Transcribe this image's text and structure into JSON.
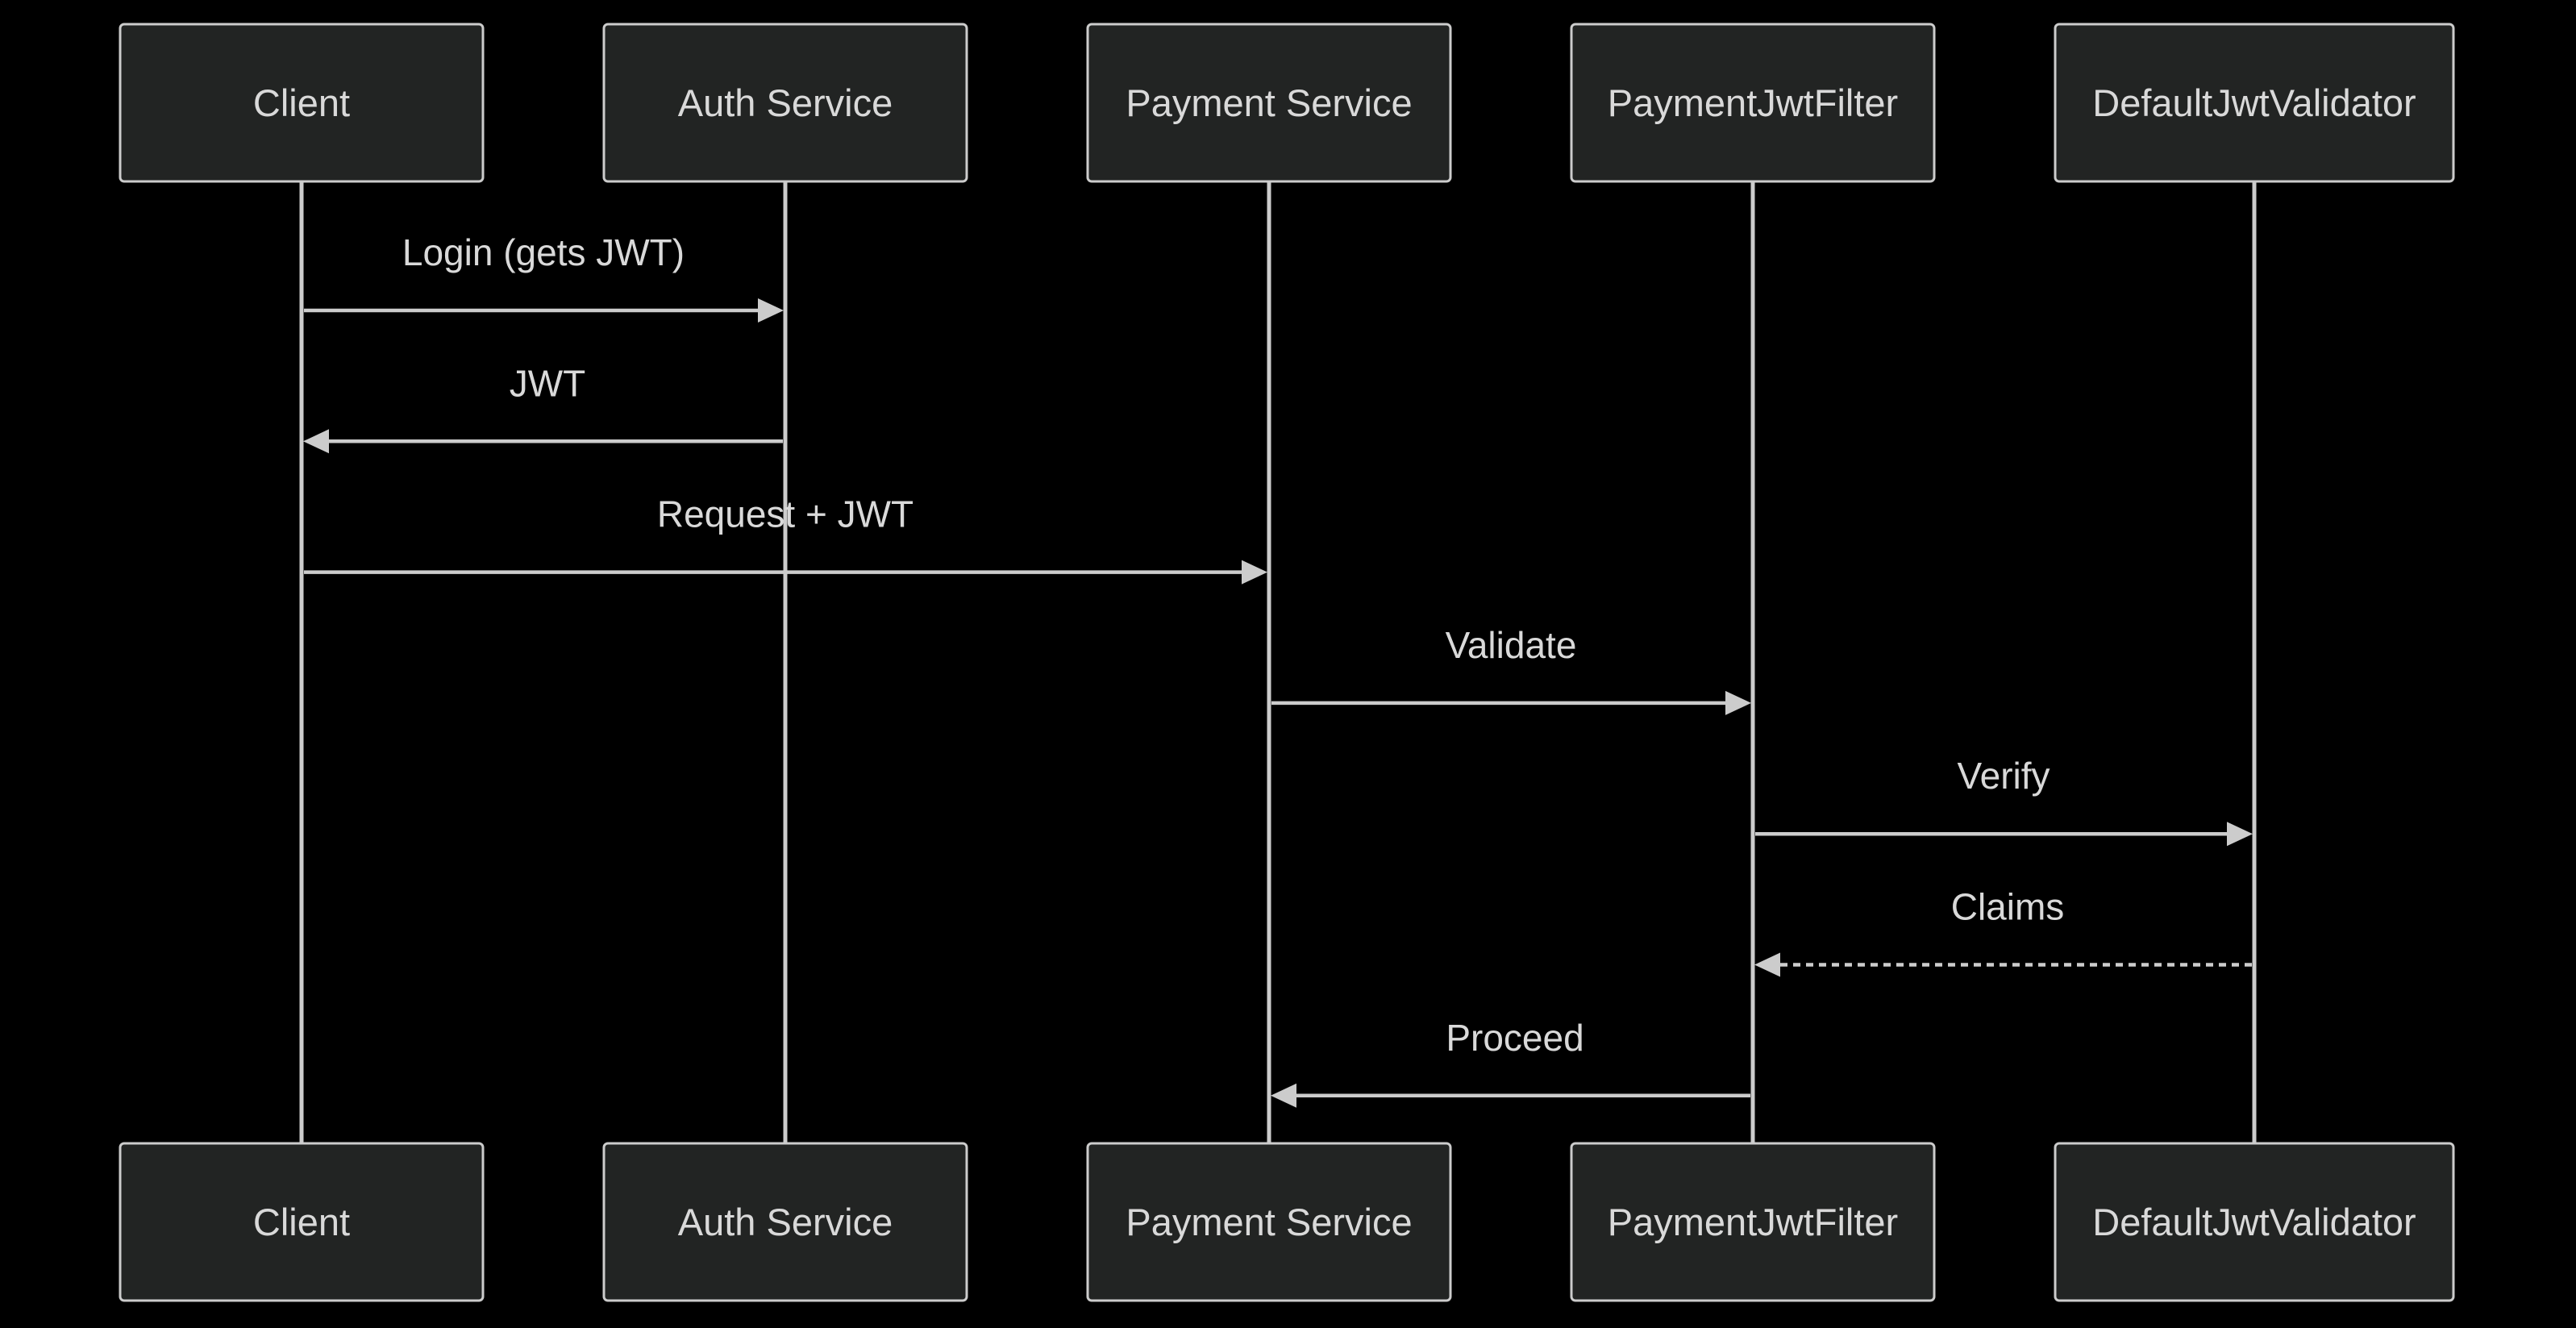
{
  "diagram": {
    "type": "sequence",
    "participants": [
      {
        "id": "client",
        "label": "Client"
      },
      {
        "id": "auth",
        "label": "Auth Service"
      },
      {
        "id": "payment",
        "label": "Payment Service"
      },
      {
        "id": "filter",
        "label": "PaymentJwtFilter"
      },
      {
        "id": "validator",
        "label": "DefaultJwtValidator"
      }
    ],
    "messages": [
      {
        "from": "client",
        "to": "auth",
        "label": "Login (gets JWT)",
        "style": "solid"
      },
      {
        "from": "auth",
        "to": "client",
        "label": "JWT",
        "style": "solid"
      },
      {
        "from": "client",
        "to": "payment",
        "label": "Request + JWT",
        "style": "solid"
      },
      {
        "from": "payment",
        "to": "filter",
        "label": "Validate",
        "style": "solid"
      },
      {
        "from": "filter",
        "to": "validator",
        "label": "Verify",
        "style": "solid"
      },
      {
        "from": "validator",
        "to": "filter",
        "label": "Claims",
        "style": "dashed"
      },
      {
        "from": "filter",
        "to": "payment",
        "label": "Proceed",
        "style": "solid"
      }
    ],
    "colors": {
      "background": "#000000",
      "box_fill": "#222423",
      "stroke": "#cccccc",
      "text": "#d9d9d9"
    }
  }
}
